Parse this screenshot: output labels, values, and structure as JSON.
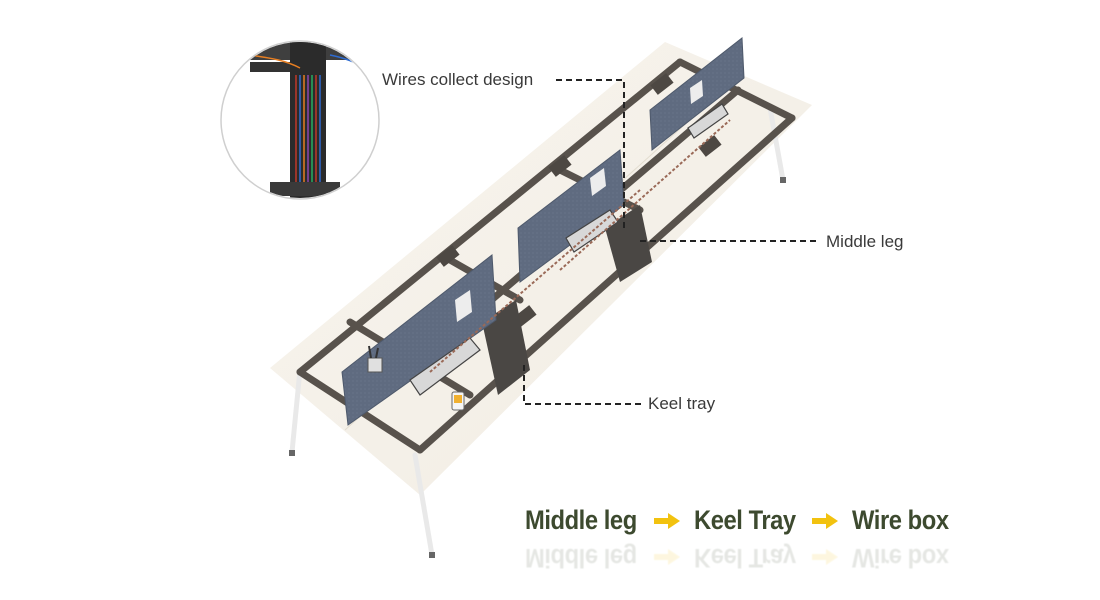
{
  "callouts": {
    "wires_collect": "Wires collect design",
    "middle_leg": "Middle leg",
    "keel_tray": "Keel tray"
  },
  "flow": {
    "step1": "Middle leg",
    "step2": "Keel Tray",
    "step3": "Wire box"
  },
  "colors": {
    "frame": "#58524c",
    "panel": "#5f6b80",
    "flow_text": "#3d4a2f",
    "arrow": "#f2c20f",
    "callout_text": "#3a3a3a"
  }
}
